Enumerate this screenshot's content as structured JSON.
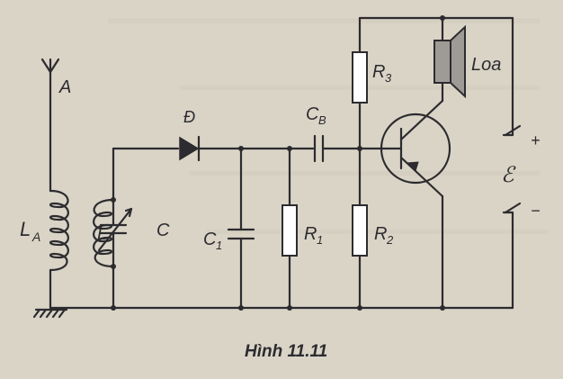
{
  "figure": {
    "caption": "Hình 11.11",
    "components": {
      "antenna": "A",
      "antenna_coil_main": "L",
      "antenna_coil_sub": "A",
      "coil": "L",
      "variable_capacitor": "C",
      "diode": "Đ",
      "capacitor_1_main": "C",
      "capacitor_1_sub": "1",
      "capacitor_b_main": "C",
      "capacitor_b_sub": "B",
      "resistor_1_main": "R",
      "resistor_1_sub": "1",
      "resistor_2_main": "R",
      "resistor_2_sub": "2",
      "resistor_3_main": "R",
      "resistor_3_sub": "3",
      "speaker": "Loa",
      "source": "ℰ",
      "plus": "+",
      "minus": "−"
    }
  },
  "colors": {
    "background": "#d9d4c6",
    "ink": "#2c2b2f",
    "speaker_fill": "#9e9a96"
  }
}
